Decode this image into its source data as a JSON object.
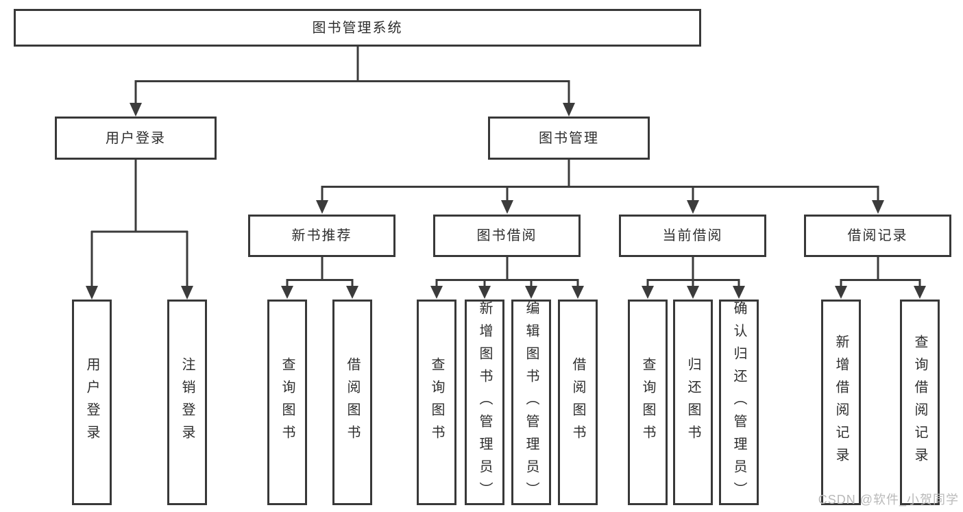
{
  "diagram": {
    "root": {
      "label": "图书管理系统"
    },
    "level2": [
      {
        "label": "用户登录",
        "leaves": [
          {
            "label": "用户登录"
          },
          {
            "label": "注销登录"
          }
        ]
      },
      {
        "label": "图书管理",
        "groups": [
          {
            "label": "新书推荐",
            "leaves": [
              {
                "label": "查询图书"
              },
              {
                "label": "借阅图书"
              }
            ]
          },
          {
            "label": "图书借阅",
            "leaves": [
              {
                "label": "查询图书"
              },
              {
                "label": "新增图书（管理员）"
              },
              {
                "label": "编辑图书（管理员）"
              },
              {
                "label": "借阅图书"
              }
            ]
          },
          {
            "label": "当前借阅",
            "leaves": [
              {
                "label": "查询图书"
              },
              {
                "label": "归还图书"
              },
              {
                "label": "确认归还（管理员）"
              }
            ]
          },
          {
            "label": "借阅记录",
            "leaves": [
              {
                "label": "新增借阅记录"
              },
              {
                "label": "查询借阅记录"
              }
            ]
          }
        ]
      }
    ]
  },
  "watermark": {
    "text": "CSDN @软件_小贺同学"
  },
  "colors": {
    "line": "#3b3b3b",
    "box_border": "#383838",
    "text": "#2e2e2e",
    "watermark": "#b9b9b9",
    "background": "#ffffff"
  }
}
